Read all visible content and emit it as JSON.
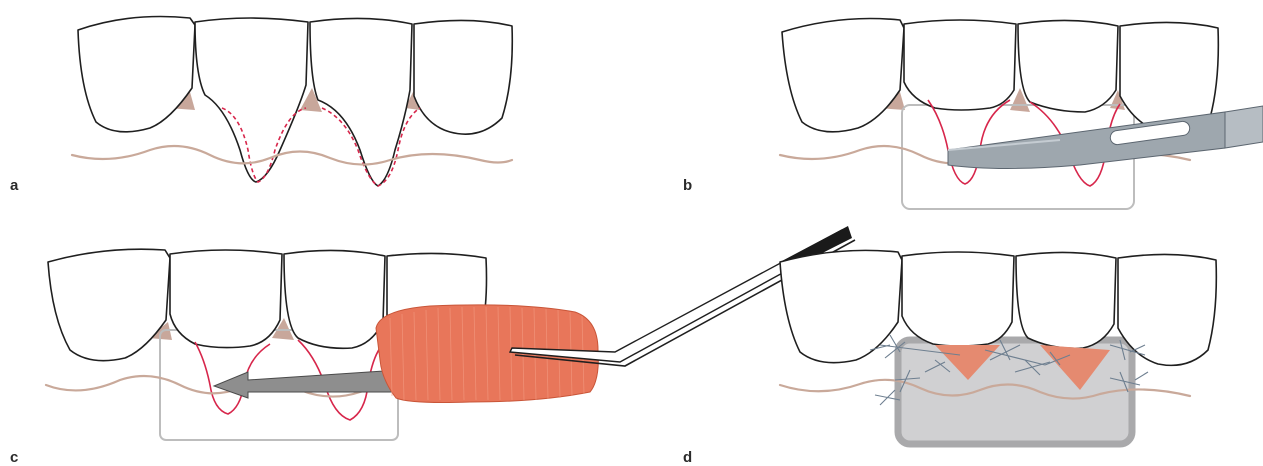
{
  "panels": [
    {
      "id": "a",
      "label": "a"
    },
    {
      "id": "b",
      "label": "b"
    },
    {
      "id": "c",
      "label": "c"
    },
    {
      "id": "d",
      "label": "d"
    }
  ],
  "colors": {
    "tooth_outline": "#1f1f1f",
    "gingiva_line": "#c9a99a",
    "incision_line": "#d7264b",
    "graft_fill": "#e8765a",
    "graft_outline": "#bdbdbd",
    "scalpel_blade": "#9ea7ae",
    "dressing": "#a9a9ab",
    "suture": "#6e7f90"
  }
}
